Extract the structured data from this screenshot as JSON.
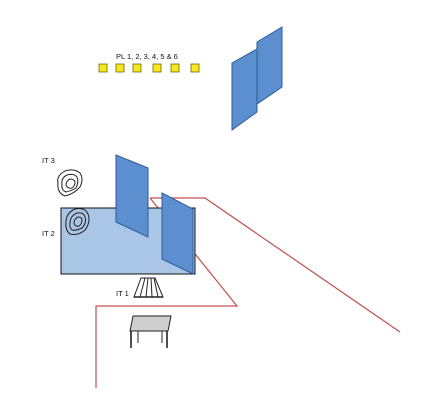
{
  "labels": {
    "pl": "PL 1, 2, 3, 4, 5 & 6",
    "it1": "IT 1",
    "it2": "IT 2",
    "it3": "IT 3"
  },
  "colors": {
    "panel_blue": "#5b8fd0",
    "panel_stroke": "#2e5d9a",
    "platform_blue": "#a9c6e6",
    "route_red": "#c0504d",
    "marker_yellow": "#f7e71e",
    "table_top": "#cfcfcf"
  },
  "icons": [
    "marker-square",
    "blue-panel",
    "contour-target",
    "stool",
    "table",
    "route-line"
  ]
}
